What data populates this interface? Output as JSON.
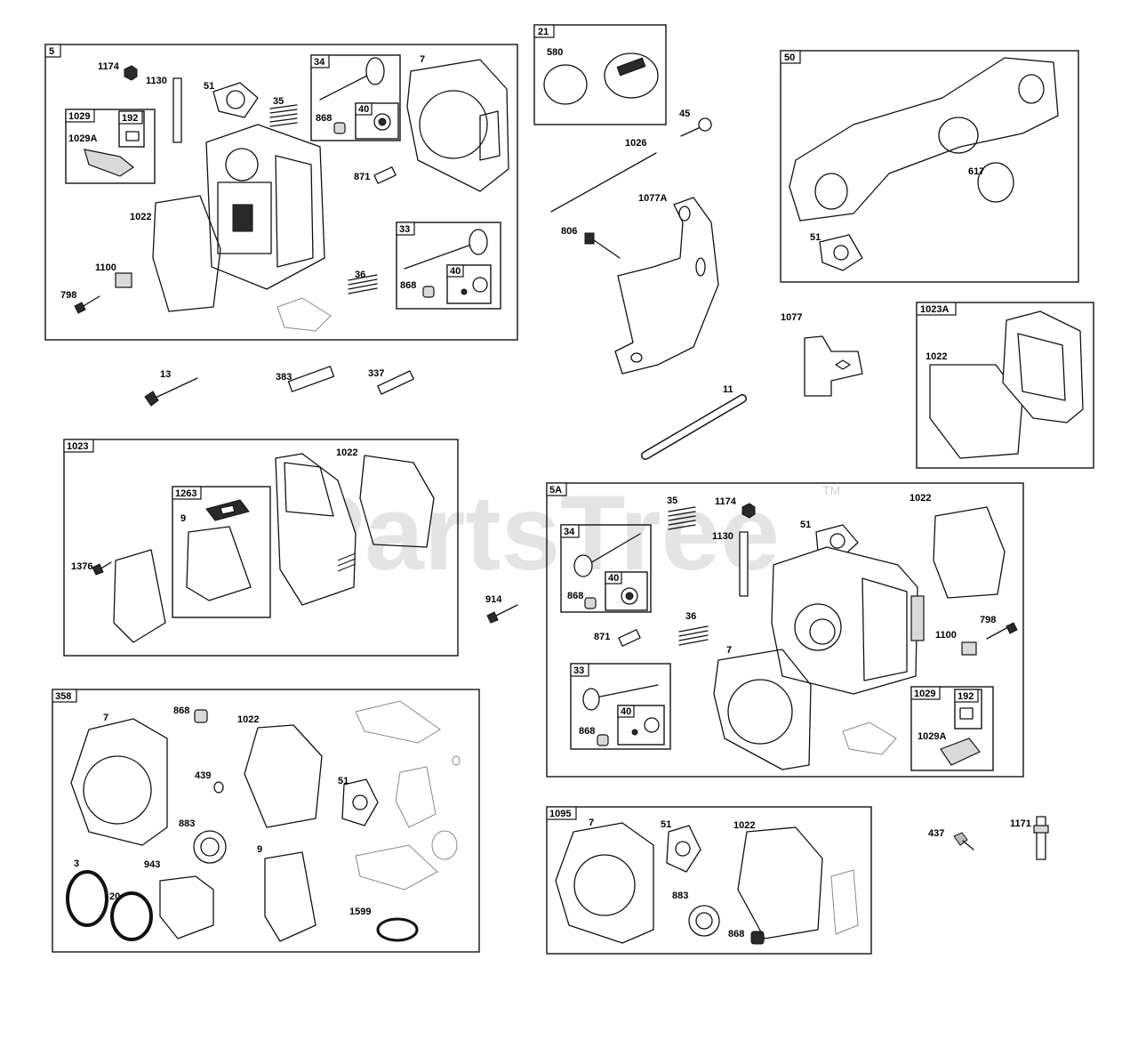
{
  "watermark": {
    "text": "PartsTree",
    "tm": "TM"
  },
  "groups": {
    "g5": "5",
    "g34": "34",
    "g40a": "40",
    "g1029": "1029",
    "g192": "192",
    "g33": "33",
    "g40b": "40",
    "g21": "21",
    "g50": "50",
    "g1023A": "1023A",
    "g1023": "1023",
    "g1263": "1263",
    "g5A": "5A",
    "g34b": "34",
    "g40c": "40",
    "g33b": "33",
    "g40d": "40",
    "g1029b": "1029",
    "g192b": "192",
    "g358": "358",
    "g1095": "1095"
  },
  "labels": {
    "l1174": "1174",
    "l1130": "1130",
    "l51": "51",
    "l35": "35",
    "l7": "7",
    "l1029A": "1029A",
    "l868": "868",
    "l871": "871",
    "l1022": "1022",
    "l1100": "1100",
    "l798": "798",
    "l36": "36",
    "l868b": "868",
    "l580": "580",
    "l45": "45",
    "l1026": "1026",
    "l1077A": "1077A",
    "l806": "806",
    "l617": "617",
    "l51b": "51",
    "l1077": "1077",
    "l1022b": "1022",
    "l13": "13",
    "l383": "383",
    "l337": "337",
    "l11": "11",
    "l1022c": "1022",
    "l9": "9",
    "l1376": "1376",
    "l914": "914",
    "l35b": "35",
    "l1174b": "1174",
    "l1130b": "1130",
    "l51c": "51",
    "l1022d": "1022",
    "l868c": "868",
    "l36b": "36",
    "l871b": "871",
    "l7b": "7",
    "l798b": "798",
    "l1100b": "1100",
    "l868d": "868",
    "l1029Ab": "1029A",
    "l7c": "7",
    "l868e": "868",
    "l1022e": "1022",
    "l439": "439",
    "l51d": "51",
    "l883": "883",
    "l3": "3",
    "l943": "943",
    "l9b": "9",
    "l20": "20",
    "l1599": "1599",
    "l7d": "7",
    "l51e": "51",
    "l1022f": "1022",
    "l883b": "883",
    "l868f": "868",
    "l437": "437",
    "l1171": "1171"
  }
}
